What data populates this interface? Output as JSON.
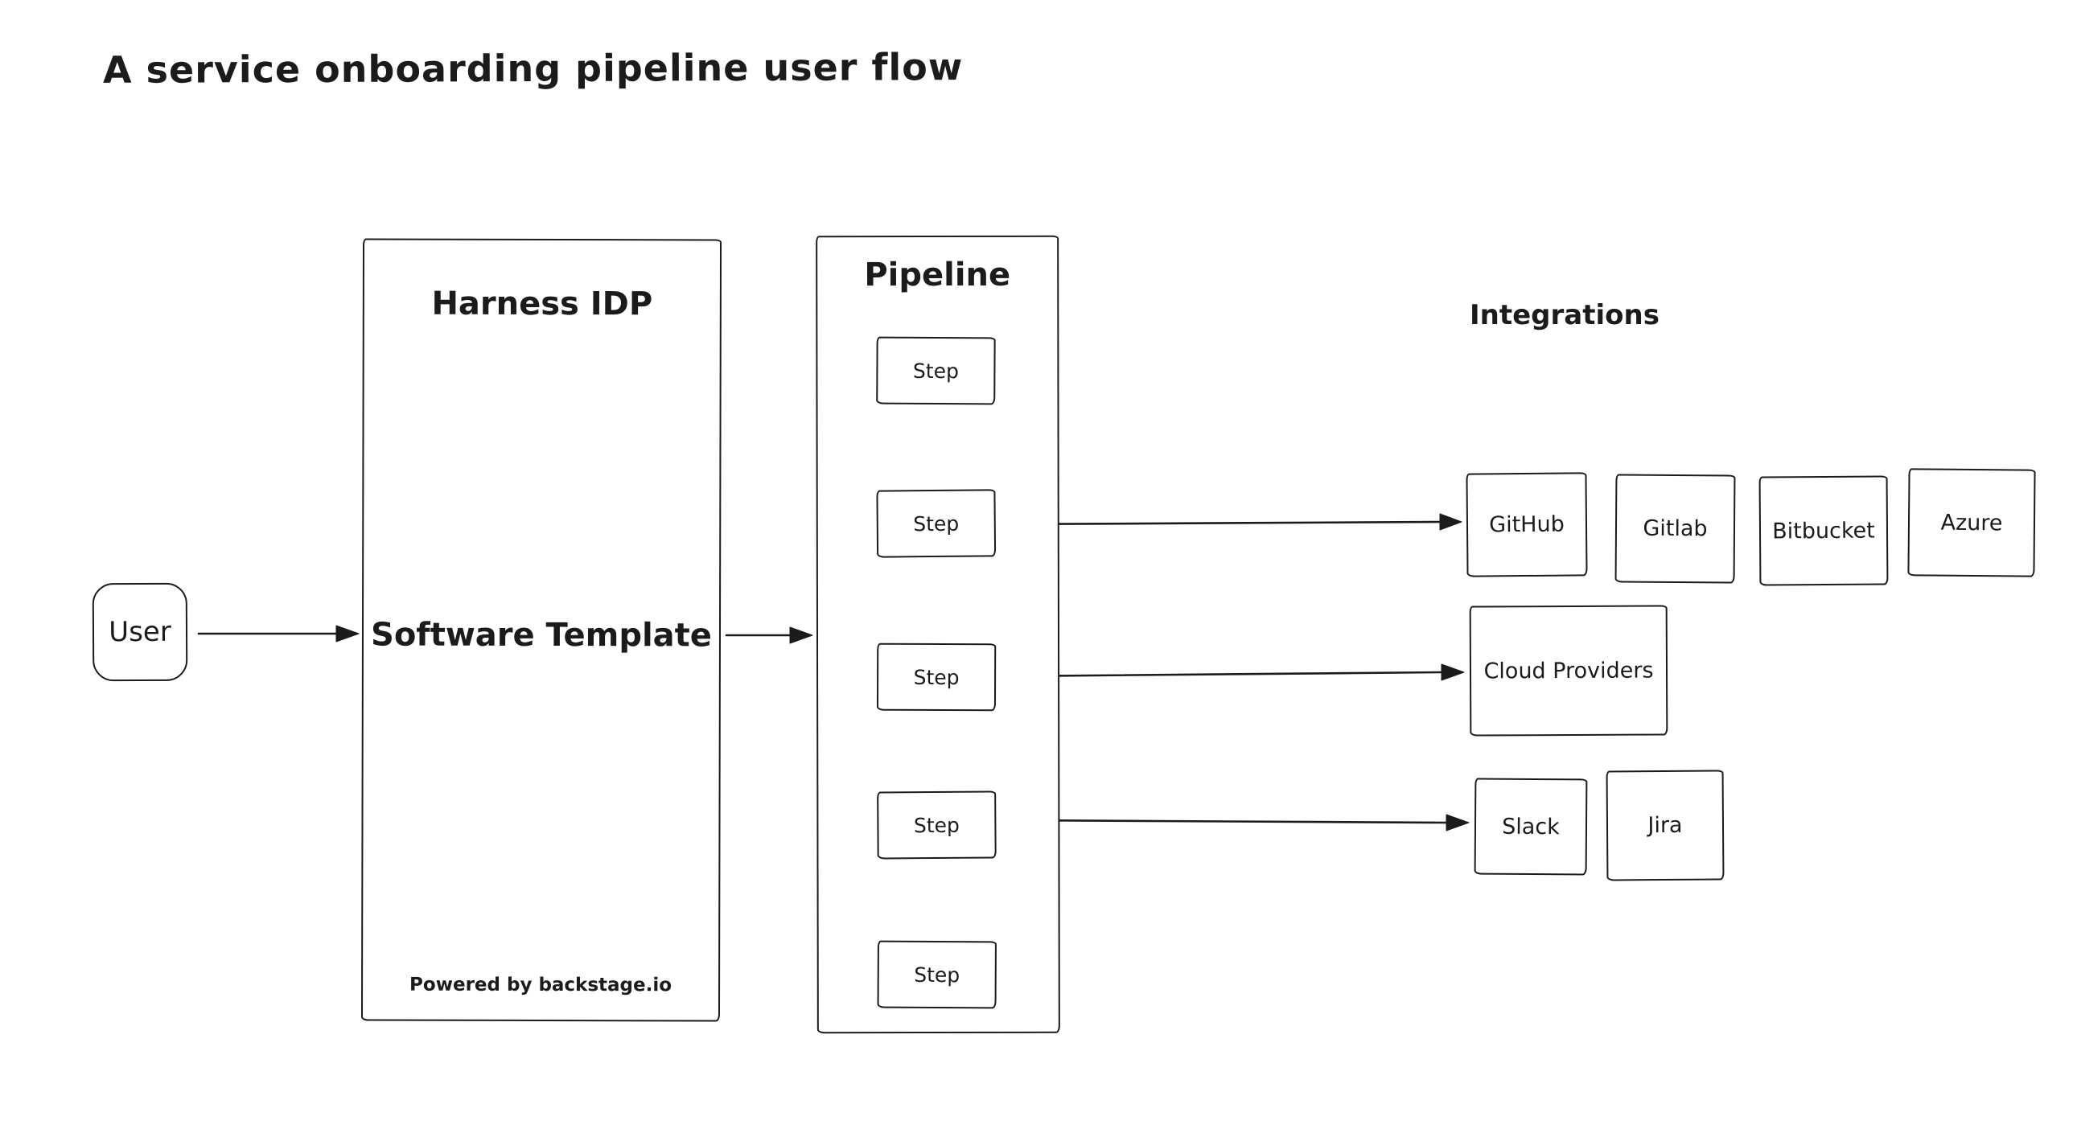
{
  "title": "A service onboarding pipeline user flow",
  "user": {
    "label": "User"
  },
  "harness": {
    "heading": "Harness IDP",
    "body": "Software Template",
    "footer": "Powered by backstage.io"
  },
  "pipeline": {
    "heading": "Pipeline",
    "steps": [
      "Step",
      "Step",
      "Step",
      "Step",
      "Step"
    ]
  },
  "integrations": {
    "heading": "Integrations",
    "scm": [
      "GitHub",
      "Gitlab",
      "Bitbucket",
      "Azure"
    ],
    "cloud": "Cloud Providers",
    "collab": [
      "Slack",
      "Jira"
    ]
  },
  "colors": {
    "stroke": "#1b1b1b",
    "background": "#ffffff"
  }
}
